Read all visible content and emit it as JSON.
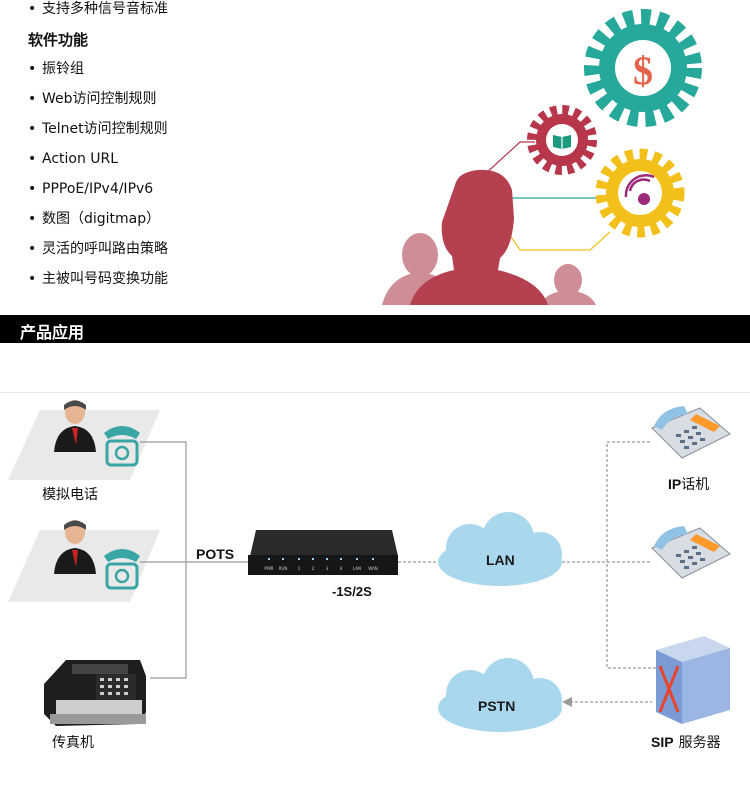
{
  "features": {
    "top_item": "支持多种信号音标准",
    "heading": "软件功能",
    "items": [
      "振铃组",
      "Web访问控制规则",
      "Telnet访问控制规则",
      "Action URL",
      "PPPoE/IPv4/IPv6",
      "数图（digitmap）",
      "灵活的呼叫路由策略",
      "主被叫号码变换功能"
    ]
  },
  "section": {
    "title": "产品应用"
  },
  "diagram": {
    "analog_phone_label": "模拟电话",
    "fax_label": "传真机",
    "pots_label": "POTS",
    "device_model": "-1S/2S",
    "lan_label": "LAN",
    "pstn_label": "PSTN",
    "ip_phone_prefix": "IP",
    "ip_phone_suffix": "话机",
    "sip_prefix": "SIP",
    "sip_suffix": "服务器",
    "device_port_labels": [
      "PWR",
      "RUN",
      "1",
      "2",
      "3",
      "4",
      "LAN",
      "WAN"
    ],
    "currency_symbol": "$"
  },
  "colors": {
    "teal_gear": "#26a89a",
    "crimson_gear": "#b7364a",
    "yellow_gear": "#f3c01a",
    "silhouette": "#b5404f",
    "silhouette_light": "#cf8d95",
    "cloud": "#a9d8ee",
    "line": "#9a9a9a"
  }
}
